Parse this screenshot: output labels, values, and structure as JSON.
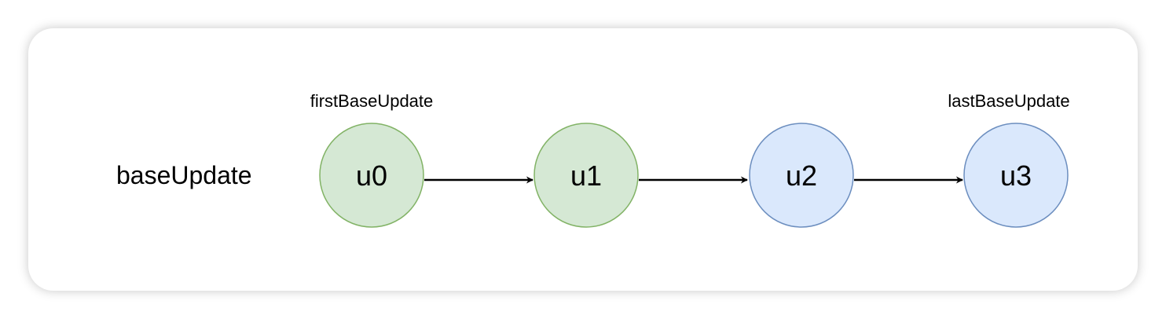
{
  "row_label": "baseUpdate",
  "nodes": [
    {
      "label": "u0",
      "fill": "#d5e8d4",
      "stroke": "#82b366"
    },
    {
      "label": "u1",
      "fill": "#d5e8d4",
      "stroke": "#82b366"
    },
    {
      "label": "u2",
      "fill": "#dae8fc",
      "stroke": "#6c8ebf"
    },
    {
      "label": "u3",
      "fill": "#dae8fc",
      "stroke": "#6c8ebf"
    }
  ],
  "pointers": {
    "first": "firstBaseUpdate",
    "last": "lastBaseUpdate"
  },
  "edges": [
    {
      "from": "u0",
      "to": "u1"
    },
    {
      "from": "u1",
      "to": "u2"
    },
    {
      "from": "u2",
      "to": "u3"
    }
  ],
  "colors": {
    "edge": "#000000",
    "text": "#000000"
  }
}
